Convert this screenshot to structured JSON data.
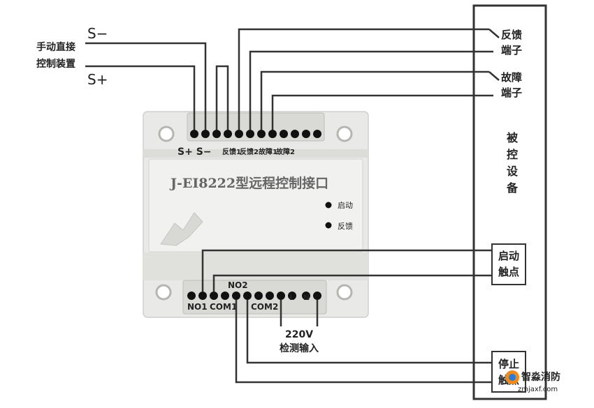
{
  "device": {
    "model": "J-EI8222型远程控制接口",
    "led_start": "启动",
    "led_feedback": "反馈"
  },
  "top_terminals": {
    "s_plus_minus": "S+ S−",
    "feedback1": "反馈1",
    "feedback2": "反馈2",
    "fault1": "故障1",
    "fault2": "故障2"
  },
  "bottom_terminals": {
    "no1": "NO1",
    "com1": "COM1",
    "no2": "NO2",
    "com2": "COM2",
    "l": "L",
    "n": "N"
  },
  "manual_device": {
    "line1": "手动直接",
    "line2": "控制装置",
    "s_minus": "S−",
    "s_plus": "S+"
  },
  "controlled_device": {
    "chars": [
      "被",
      "控",
      "设",
      "备"
    ]
  },
  "feedback_terminal": {
    "line1": "反馈",
    "line2": "端子"
  },
  "fault_terminal": {
    "line1": "故障",
    "line2": "端子"
  },
  "start_contact": {
    "line1": "启动",
    "line2": "触点"
  },
  "stop_contact": {
    "line1": "停止",
    "line2": "触点"
  },
  "power_input": {
    "voltage": "220V",
    "label": "检测输入"
  },
  "watermark": {
    "brand": "智淼消防",
    "url": "zmjaxf.com"
  }
}
